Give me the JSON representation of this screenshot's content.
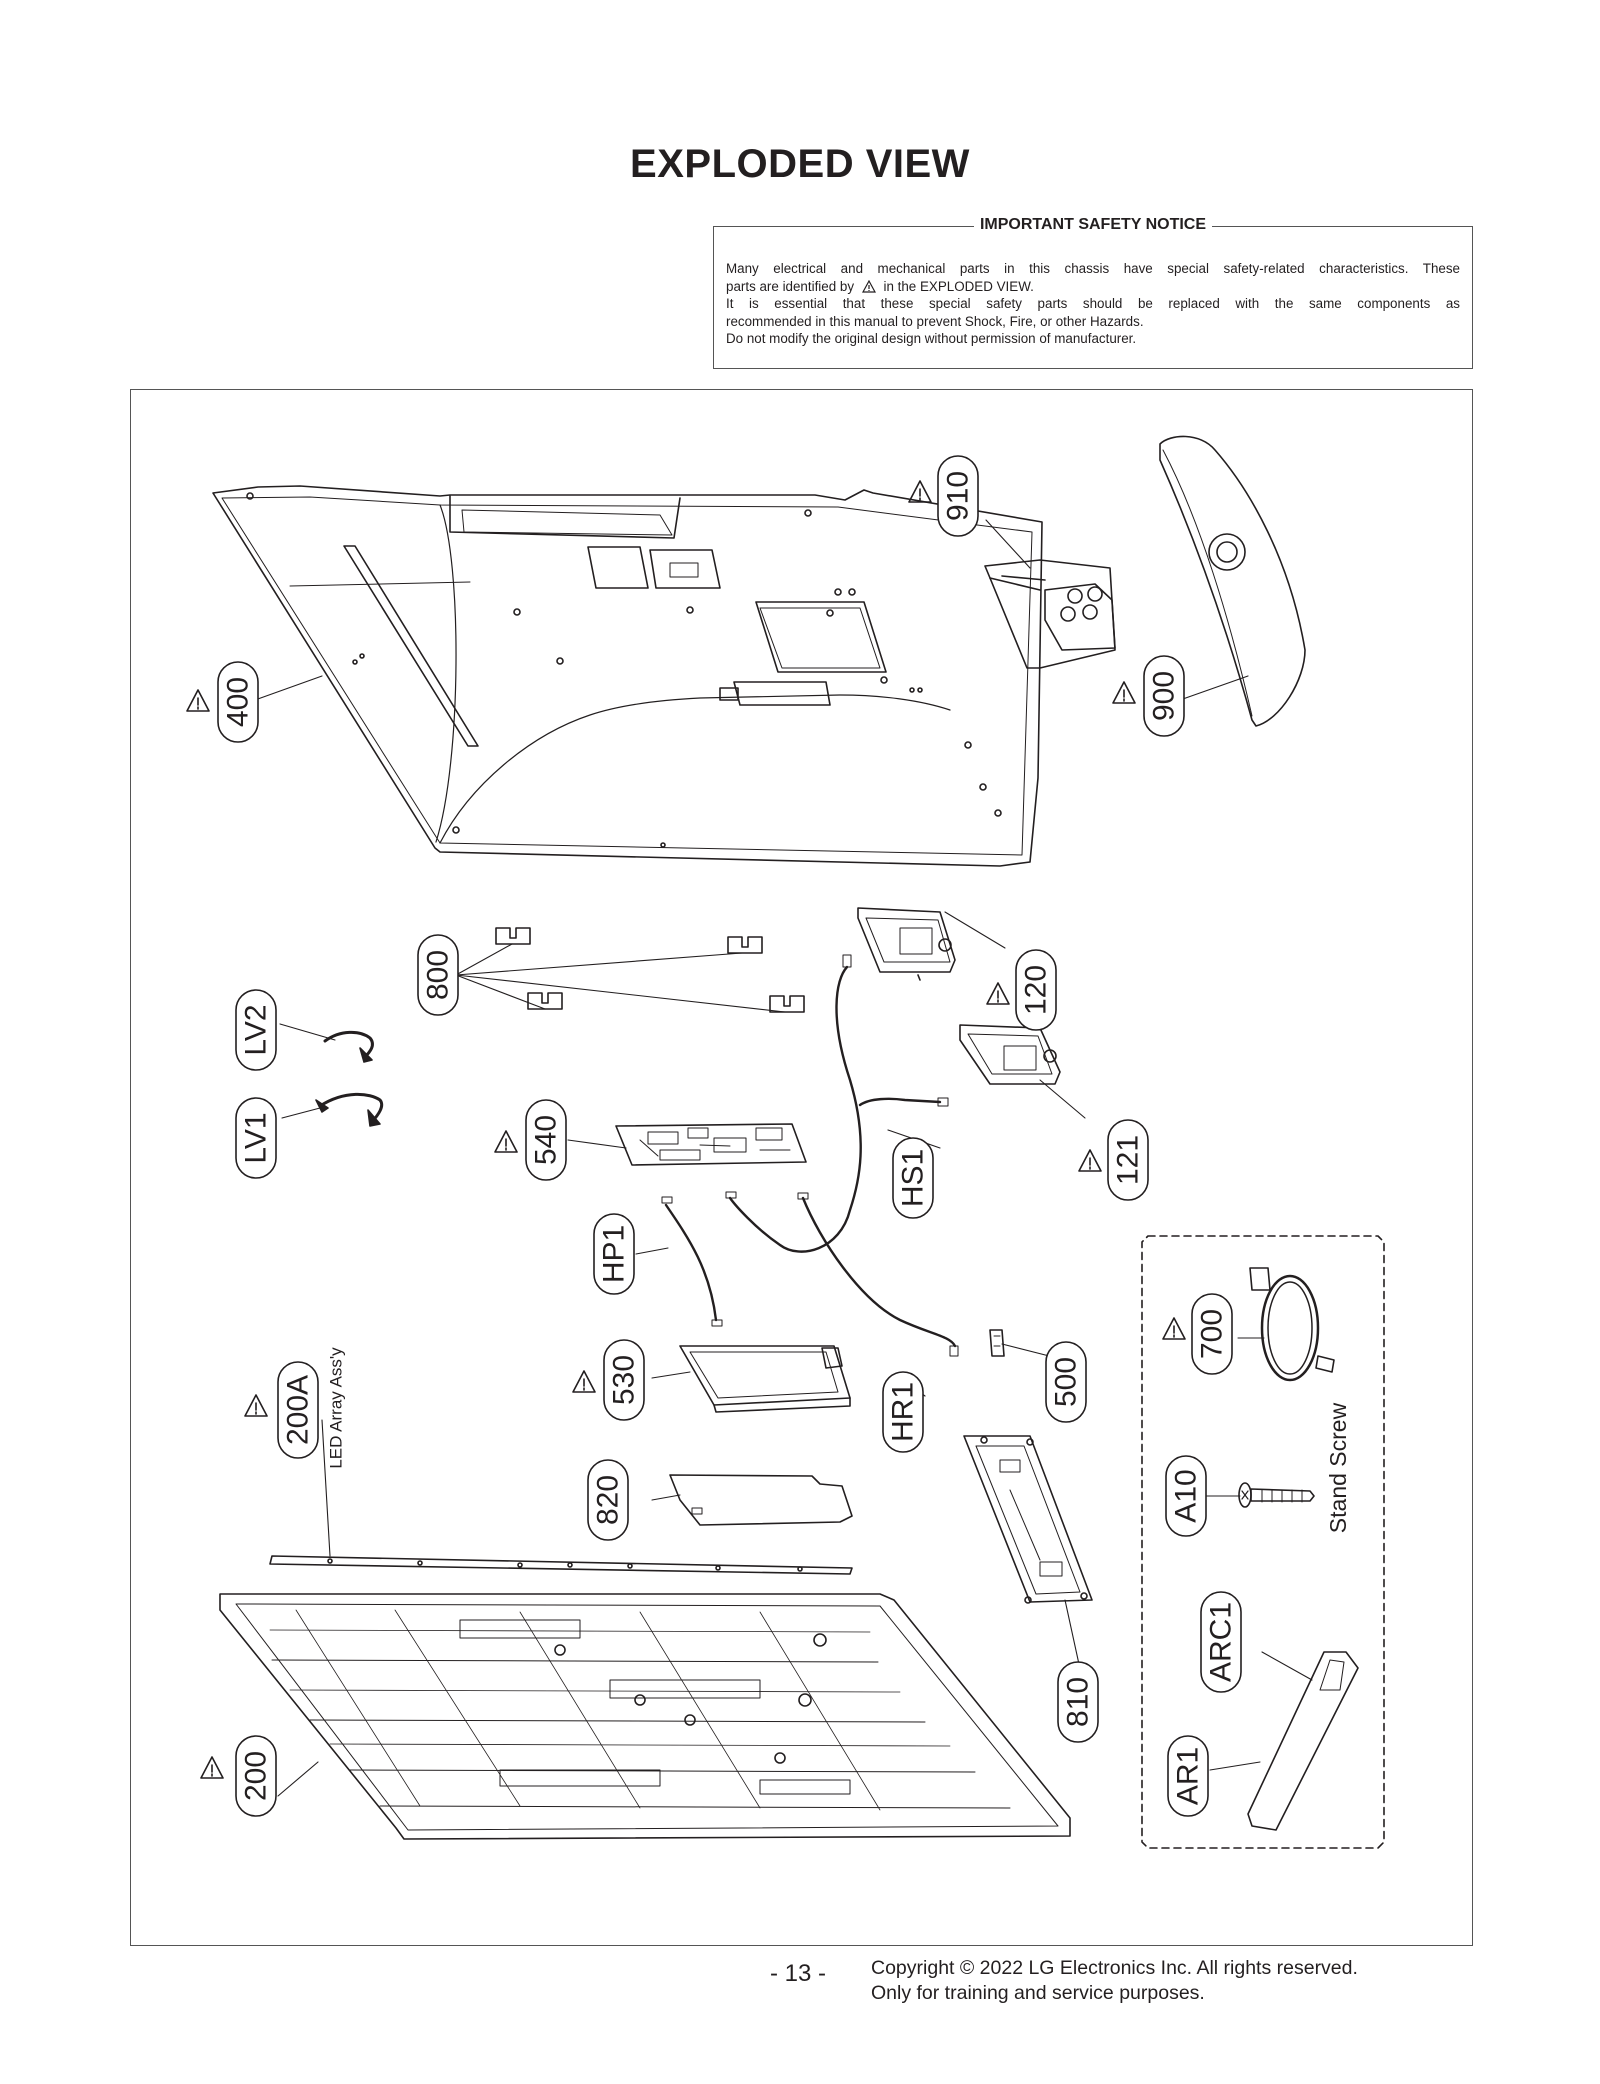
{
  "page": {
    "title": "EXPLODED VIEW",
    "page_number": "- 13 -",
    "copyright_line1": "Copyright © 2022 LG Electronics Inc. All rights reserved.",
    "copyright_line2": "Only for training and service purposes."
  },
  "notice": {
    "title": "IMPORTANT SAFETY NOTICE",
    "line1": "Many electrical and mechanical parts in this chassis have special safety-related characteristics. These",
    "line2_pre": "parts are identified by",
    "line2_post": "in the EXPLODED VIEW.",
    "line3": "It is essential that these special safety parts should be replaced with the same components as",
    "line4": "recommended in this manual to prevent Shock, Fire, or other Hazards.",
    "line5": "Do not modify the original design without permission of manufacturer."
  },
  "parts": {
    "p910": "910",
    "p900": "900",
    "p400": "400",
    "p800": "800",
    "p120": "120",
    "pLV2": "LV2",
    "pLV1": "LV1",
    "p540": "540",
    "p121": "121",
    "pHS1": "HS1",
    "pHP1": "HP1",
    "p700": "700",
    "p500": "500",
    "p530": "530",
    "pHR1": "HR1",
    "p200A": "200A",
    "pA10": "A10",
    "p820": "820",
    "pARC1": "ARC1",
    "p810": "810",
    "pAR1": "AR1",
    "p200": "200"
  },
  "captions": {
    "led_array": "LED Array Ass'y",
    "stand_screw": "Stand Screw"
  }
}
